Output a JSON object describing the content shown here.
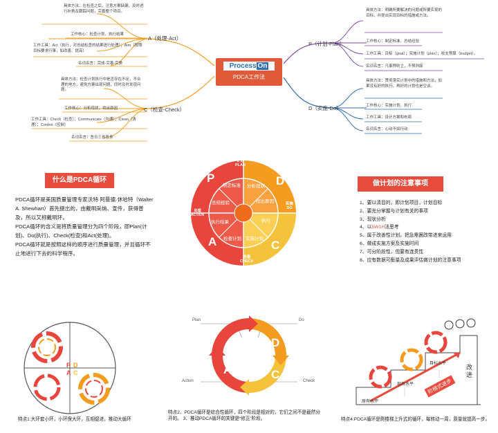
{
  "mindmap": {
    "logo_left": "Process",
    "logo_right": "On",
    "center_title": "PDCA工作法",
    "branches": {
      "act": {
        "label": "A（处理-Act）",
        "method": "具体方法：在检查之后，注意方案缺漏，及时进行补救及跟踪问题，完善整个项目。",
        "core": "工作核心：检查计划、执行结果",
        "tools": "工作工具：Act（执行，对总结检查的结果进行处理）；Aim（按照目标要求行事，如改善、提高）",
        "name": "名词名言：完成-完善-完美"
      },
      "plan": {
        "label": "P（计划-Plan）",
        "method": "具体方法：明确所要解决的问题或所要实现的目标，并提出实现目标的措施或方法。",
        "core": "工作核心：制定标准、总结经验",
        "tools": "工作工具：目标（goal）；实施计划（plan）；收支预算（budget）。",
        "name": "名词名言：凡事预则立，不预则废"
      },
      "check": {
        "label": "C（检查-Check）",
        "method": "具体方法：检查计划执行中是否存在不足，不合理的地方，避免方案出现问题，同时及时发现问题。",
        "core": "工作核心：分析现状、找出原因",
        "tools": "工作工具：Check（检查）；Communicate（沟通）；Clean（清理）；Control（控制）",
        "name": "名词名言：吾日三省吾身"
      },
      "do": {
        "label": "D（实施-Do）",
        "method": "具体方法：贯彻落实计划中的措施和方法，如果没有好的执行，再好的计划也是空谈。",
        "core": "工作核心：实施计划、执行",
        "tools": "工作工具：设计方案和布局",
        "name": "名词名言：心动不如行动"
      }
    }
  },
  "what_is": {
    "title": "什么是PDCA循环",
    "p1": "PDCA循环是美国质量管理专家沃特·阿曼德·休哈特（Walter A. Shewhart）首先提出的，由戴明采纳、宣传，获得普及，所以又称戴明环。",
    "p2": "PDCA循环的含义是将质量管理分为四个阶段，即Plan(计划)、Do(执行)、Check(检查)和Act(处理)。",
    "p3": "PDCA循环就是按照这样的顺序进行质量管理，并且循环不止地进行下去的科学程序。"
  },
  "wheel": {
    "letters": [
      "P",
      "D",
      "C",
      "A"
    ],
    "phase_labels": [
      "计划\nPLAN",
      "实施\nDO",
      "检查\nCHECK",
      "处理\nACTION"
    ],
    "segments": [
      "制定标准",
      "分析现状",
      "找出原因",
      "执行",
      "实施计划",
      "检查计划",
      "执行结果",
      "总结经验"
    ],
    "colors": [
      "#e8463c",
      "#f39c1f",
      "#f5c23c",
      "#e8463c"
    ]
  },
  "notes": {
    "title": "做计划的注意事项",
    "items": [
      {
        "pre": "1、要以清目的，即计划项目，计划目标",
        "hl": "",
        "post": ""
      },
      {
        "pre": "2、要充分掌握与计划有关的事项",
        "hl": "",
        "post": ""
      },
      {
        "pre": "3、现状分析",
        "hl": "",
        "post": ""
      },
      {
        "pre": "4、以",
        "hl": "5W1H",
        "post": "法思考"
      },
      {
        "pre": "5、属于改善性计划，把急需圈改带进来运用",
        "hl": "",
        "post": ""
      },
      {
        "pre": "6、做成实施方案及实施时间",
        "hl": "",
        "post": ""
      },
      {
        "pre": "7、可分阶段性，但要有连贯性",
        "hl": "",
        "post": ""
      },
      {
        "pre": "8、应有数据可衡量及成果评估做计划的注意事项",
        "hl": "",
        "post": ""
      }
    ]
  },
  "feature1": {
    "caption": "特点1:大环套小环，小环保大环，互相促进，推动大循环",
    "letters": [
      "P",
      "D",
      "C",
      "A"
    ]
  },
  "feature2": {
    "labels": {
      "plan": "Plan",
      "do": "Do",
      "check": "Check",
      "action": "Action"
    },
    "letters": [
      "P",
      "D",
      "C",
      "A"
    ],
    "caption": "特点2、PDCA循环是综合性循环，四个阶段是相对的，它们之间不是截然分开的。 3、推动PDCA循环的关键是“修正”阶段。"
  },
  "feature3": {
    "steps": [
      "原有水平",
      "现有水平",
      "目标水平"
    ],
    "side_label": "改进",
    "stair_label": "阶梯式进步",
    "caption": "特点4.PDCA循环是爬楼梯上升式的循环，每转动一周，质量就提高一步。"
  }
}
